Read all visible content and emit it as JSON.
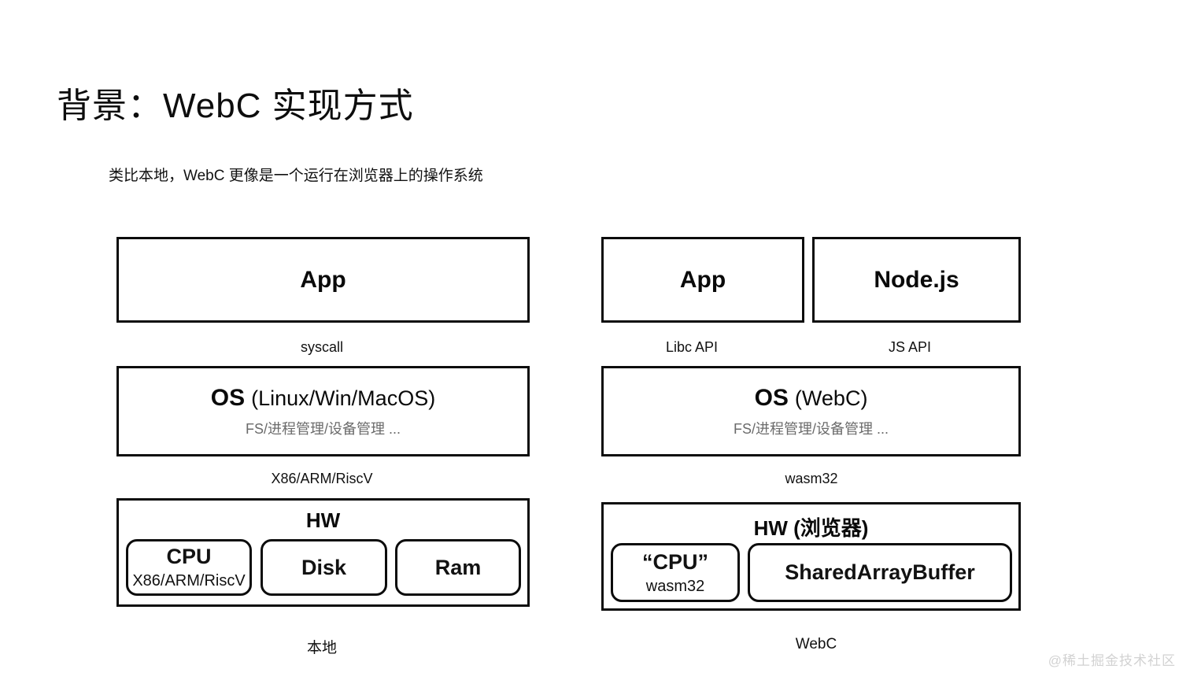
{
  "slide": {
    "title": "背景：WebC 实现方式",
    "subtitle": "类比本地，WebC 更像是一个运行在浏览器上的操作系统",
    "watermark": "@稀土掘金技术社区"
  },
  "left_column": {
    "caption": "本地",
    "app": {
      "title": "App"
    },
    "link_app_os": "syscall",
    "os": {
      "title": "OS",
      "paren": "(Linux/Win/MacOS)",
      "subtitle": "FS/进程管理/设备管理 ..."
    },
    "link_os_hw": "X86/ARM/RiscV",
    "hw": {
      "heading": "HW",
      "chips": [
        {
          "title": "CPU",
          "subtitle": "X86/ARM/RiscV"
        },
        {
          "title": "Disk",
          "subtitle": ""
        },
        {
          "title": "Ram",
          "subtitle": ""
        }
      ]
    }
  },
  "right_column": {
    "caption": "WebC",
    "app": {
      "title": "App"
    },
    "node": {
      "title": "Node.js"
    },
    "link_app_os": "Libc API",
    "link_node_os": "JS API",
    "os": {
      "title": "OS",
      "paren": "(WebC)",
      "subtitle": "FS/进程管理/设备管理 ..."
    },
    "link_os_hw": "wasm32",
    "hw": {
      "heading": "HW (浏览器)",
      "chips": [
        {
          "title": "“CPU”",
          "subtitle": "wasm32"
        },
        {
          "title": "SharedArrayBuffer",
          "subtitle": ""
        }
      ]
    }
  },
  "colors": {
    "border": "#0c0c0c",
    "text": "#111111",
    "muted": "#6b6b6b",
    "watermark": "#d2d2d2",
    "background": "#ffffff"
  }
}
